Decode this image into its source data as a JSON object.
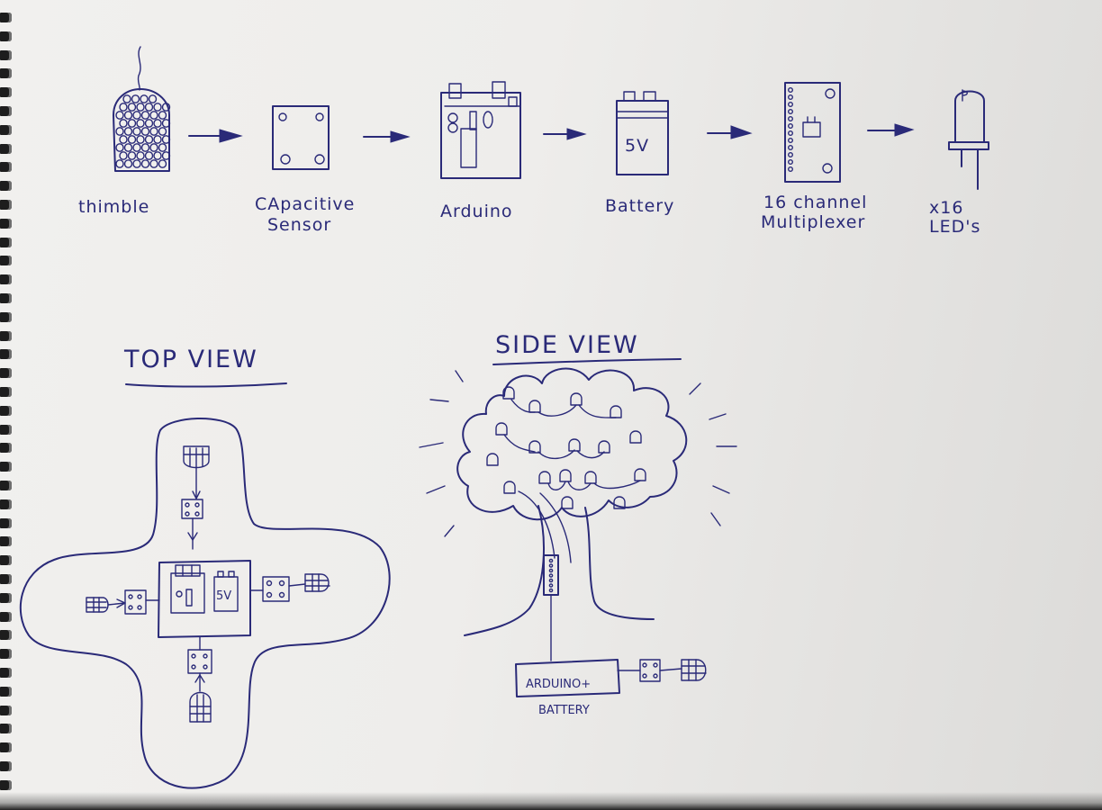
{
  "flow": {
    "labels": {
      "thimble": "thimble",
      "sensor_line1": "CApacitive",
      "sensor_line2": "Sensor",
      "arduino": "Arduino",
      "battery": "Battery",
      "mux_line1": "16 channel",
      "mux_line2": "Multiplexer",
      "leds_line1": "x16",
      "leds_line2": "LED's"
    },
    "battery_marking": "5V"
  },
  "top_view": {
    "heading": "TOP VIEW",
    "battery_marking": "5V"
  },
  "side_view": {
    "heading": "SIDE VIEW",
    "box_line1": "ARDUINO+",
    "box_line2": "BATTERY"
  },
  "colors": {
    "ink": "#2a2a78",
    "paper": "#f1f0ee"
  }
}
